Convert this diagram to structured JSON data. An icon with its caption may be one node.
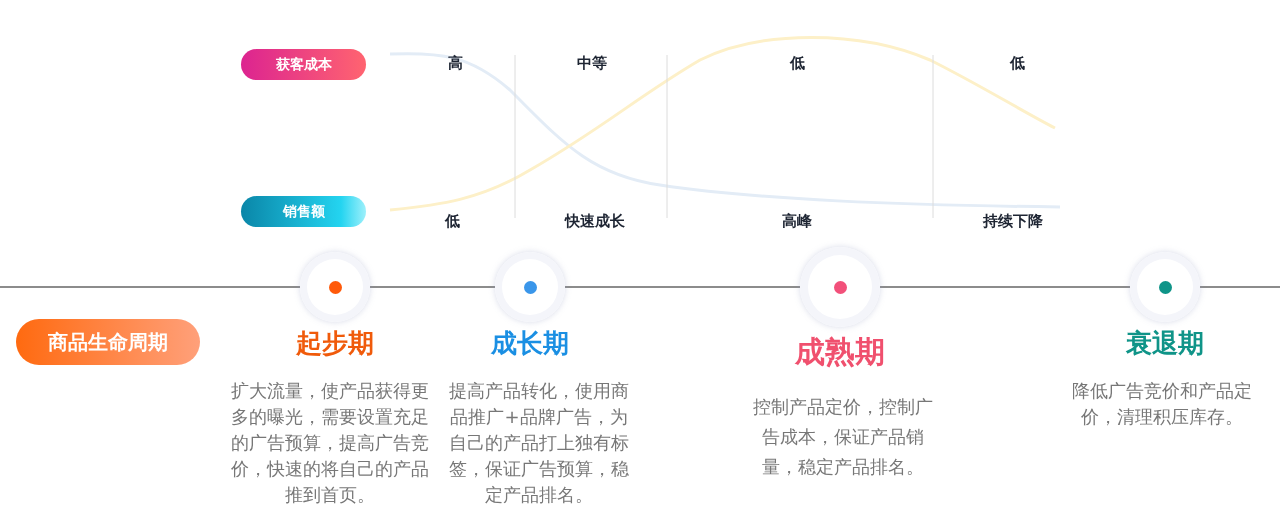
{
  "diagram": {
    "nodes": [
      {
        "text": [
          "获客成本"
        ]
      },
      {
        "text": [
          "销售额"
        ]
      },
      {
        "text": [
          "商品生命周期"
        ]
      },
      {
        "text": [],
        "shape": "circle",
        "beside": [
          "起步期",
          "扩大流量，使产品获得更多的曝光，需要设置充足的广告预算，提高广告竞价，快速的将自己的产品推到首页。"
        ]
      },
      {
        "text": [],
        "shape": "circle",
        "beside": [
          "成长期",
          "提高产品转化，使用商品推广+品牌广告，为自己的产品打上独有标签，保证广告预算，稳定产品排名。"
        ]
      },
      {
        "text": [],
        "shape": "circle",
        "beside": [
          "成熟期",
          "控制产品定价，控制广告成本，保证产品销量，稳定产品排名。"
        ]
      },
      {
        "text": [],
        "shape": "circle",
        "beside": [
          "衰退期",
          "降低广告竞价和产品定价，清理积压库存。"
        ]
      }
    ],
    "edges": [
      {
        "from": 3,
        "to": 4,
        "arrow": "none"
      },
      {
        "from": 4,
        "to": 5,
        "arrow": "none"
      },
      {
        "from": 5,
        "to": 6,
        "arrow": "none"
      }
    ],
    "labels": [
      "高",
      "中等",
      "低",
      "低",
      "低",
      "快速成长",
      "高峰",
      "持续下降"
    ]
  }
}
